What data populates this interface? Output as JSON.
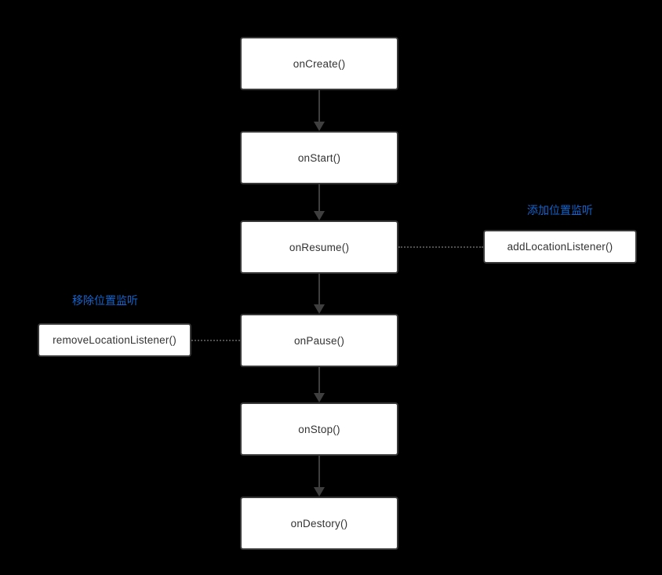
{
  "diagram": {
    "title_hint": "Activity lifecycle with location listener",
    "colors": {
      "background": "#000000",
      "node_fill": "#ffffff",
      "node_border": "#383838",
      "node_text": "#333333",
      "arrow": "#3f3f3f",
      "dotted_link": "#4f4f4f",
      "caption_blue": "#1464cc"
    },
    "lifecycle_nodes": [
      {
        "label": "onCreate()"
      },
      {
        "label": "onStart()"
      },
      {
        "label": "onResume()"
      },
      {
        "label": "onPause()"
      },
      {
        "label": "onStop()"
      },
      {
        "label": "onDestory()"
      }
    ],
    "side_nodes": [
      {
        "label": "addLocationListener()",
        "caption": "添加位置监听",
        "side": "right",
        "linked_to": "onResume()"
      },
      {
        "label": "removeLocationListener()",
        "caption": "移除位置监听",
        "side": "left",
        "linked_to": "onPause()"
      }
    ]
  }
}
